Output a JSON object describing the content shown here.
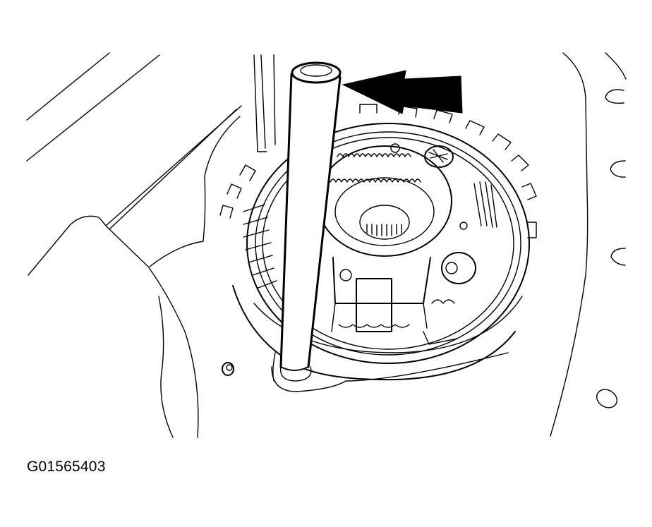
{
  "figure": {
    "id_label": "G01565403",
    "description": "Line illustration of transmission clutch pack / planetary gear assembly with a rod tool inserted; large black arrow points to the rod",
    "colors": {
      "line": "#000000",
      "background": "#ffffff"
    },
    "callouts": [
      {
        "type": "arrow",
        "direction": "left",
        "target": "rod-tool"
      }
    ]
  }
}
